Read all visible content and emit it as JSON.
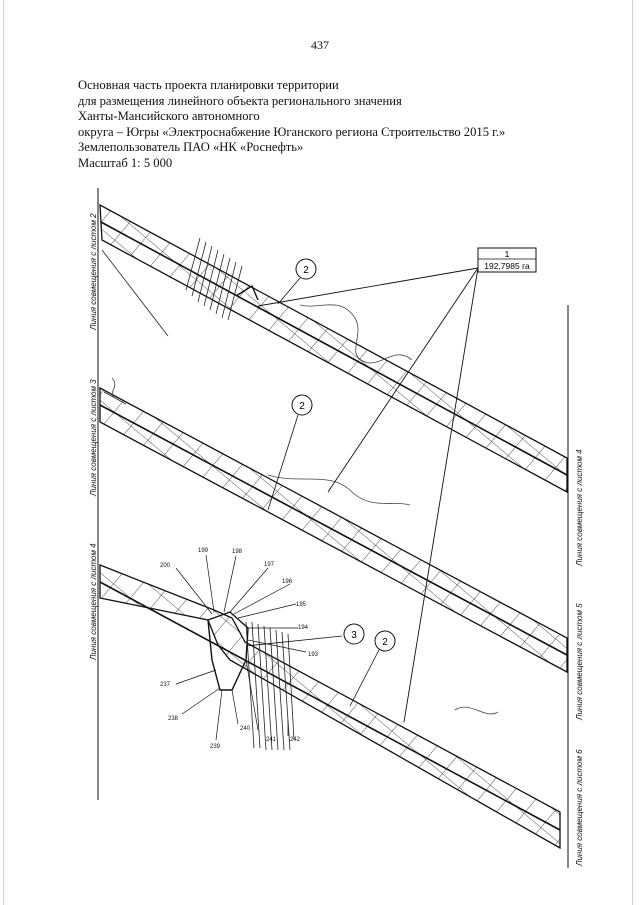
{
  "page_number": "437",
  "heading": [
    "Основная часть проекта планировки территории",
    "для размещения линейного объекта регионального значения",
    "Ханты-Мансийского автономного",
    "округа – Югры «Электроснабжение Юганского региона Строительство 2015 г.»",
    "Землепользователь ПАО «НК «Роснефть»",
    "Масштаб 1: 5 000"
  ],
  "match_lines": {
    "left": [
      "Линия совмещения с листом 2",
      "Линия совмещения с листом 3",
      "Линия совмещения с листом 4"
    ],
    "right": [
      "Линия совмещения с листом 4",
      "Линия совмещения с листом 5",
      "Линия совмещения с листом 6"
    ]
  },
  "area_label": {
    "number": "1",
    "area": "192,7985 га"
  },
  "circle_labels": [
    "2",
    "2",
    "3",
    "2"
  ],
  "point_labels": [
    "200",
    "199",
    "198",
    "197",
    "196",
    "195",
    "194",
    "193",
    "237",
    "238",
    "239",
    "240",
    "241",
    "242"
  ]
}
